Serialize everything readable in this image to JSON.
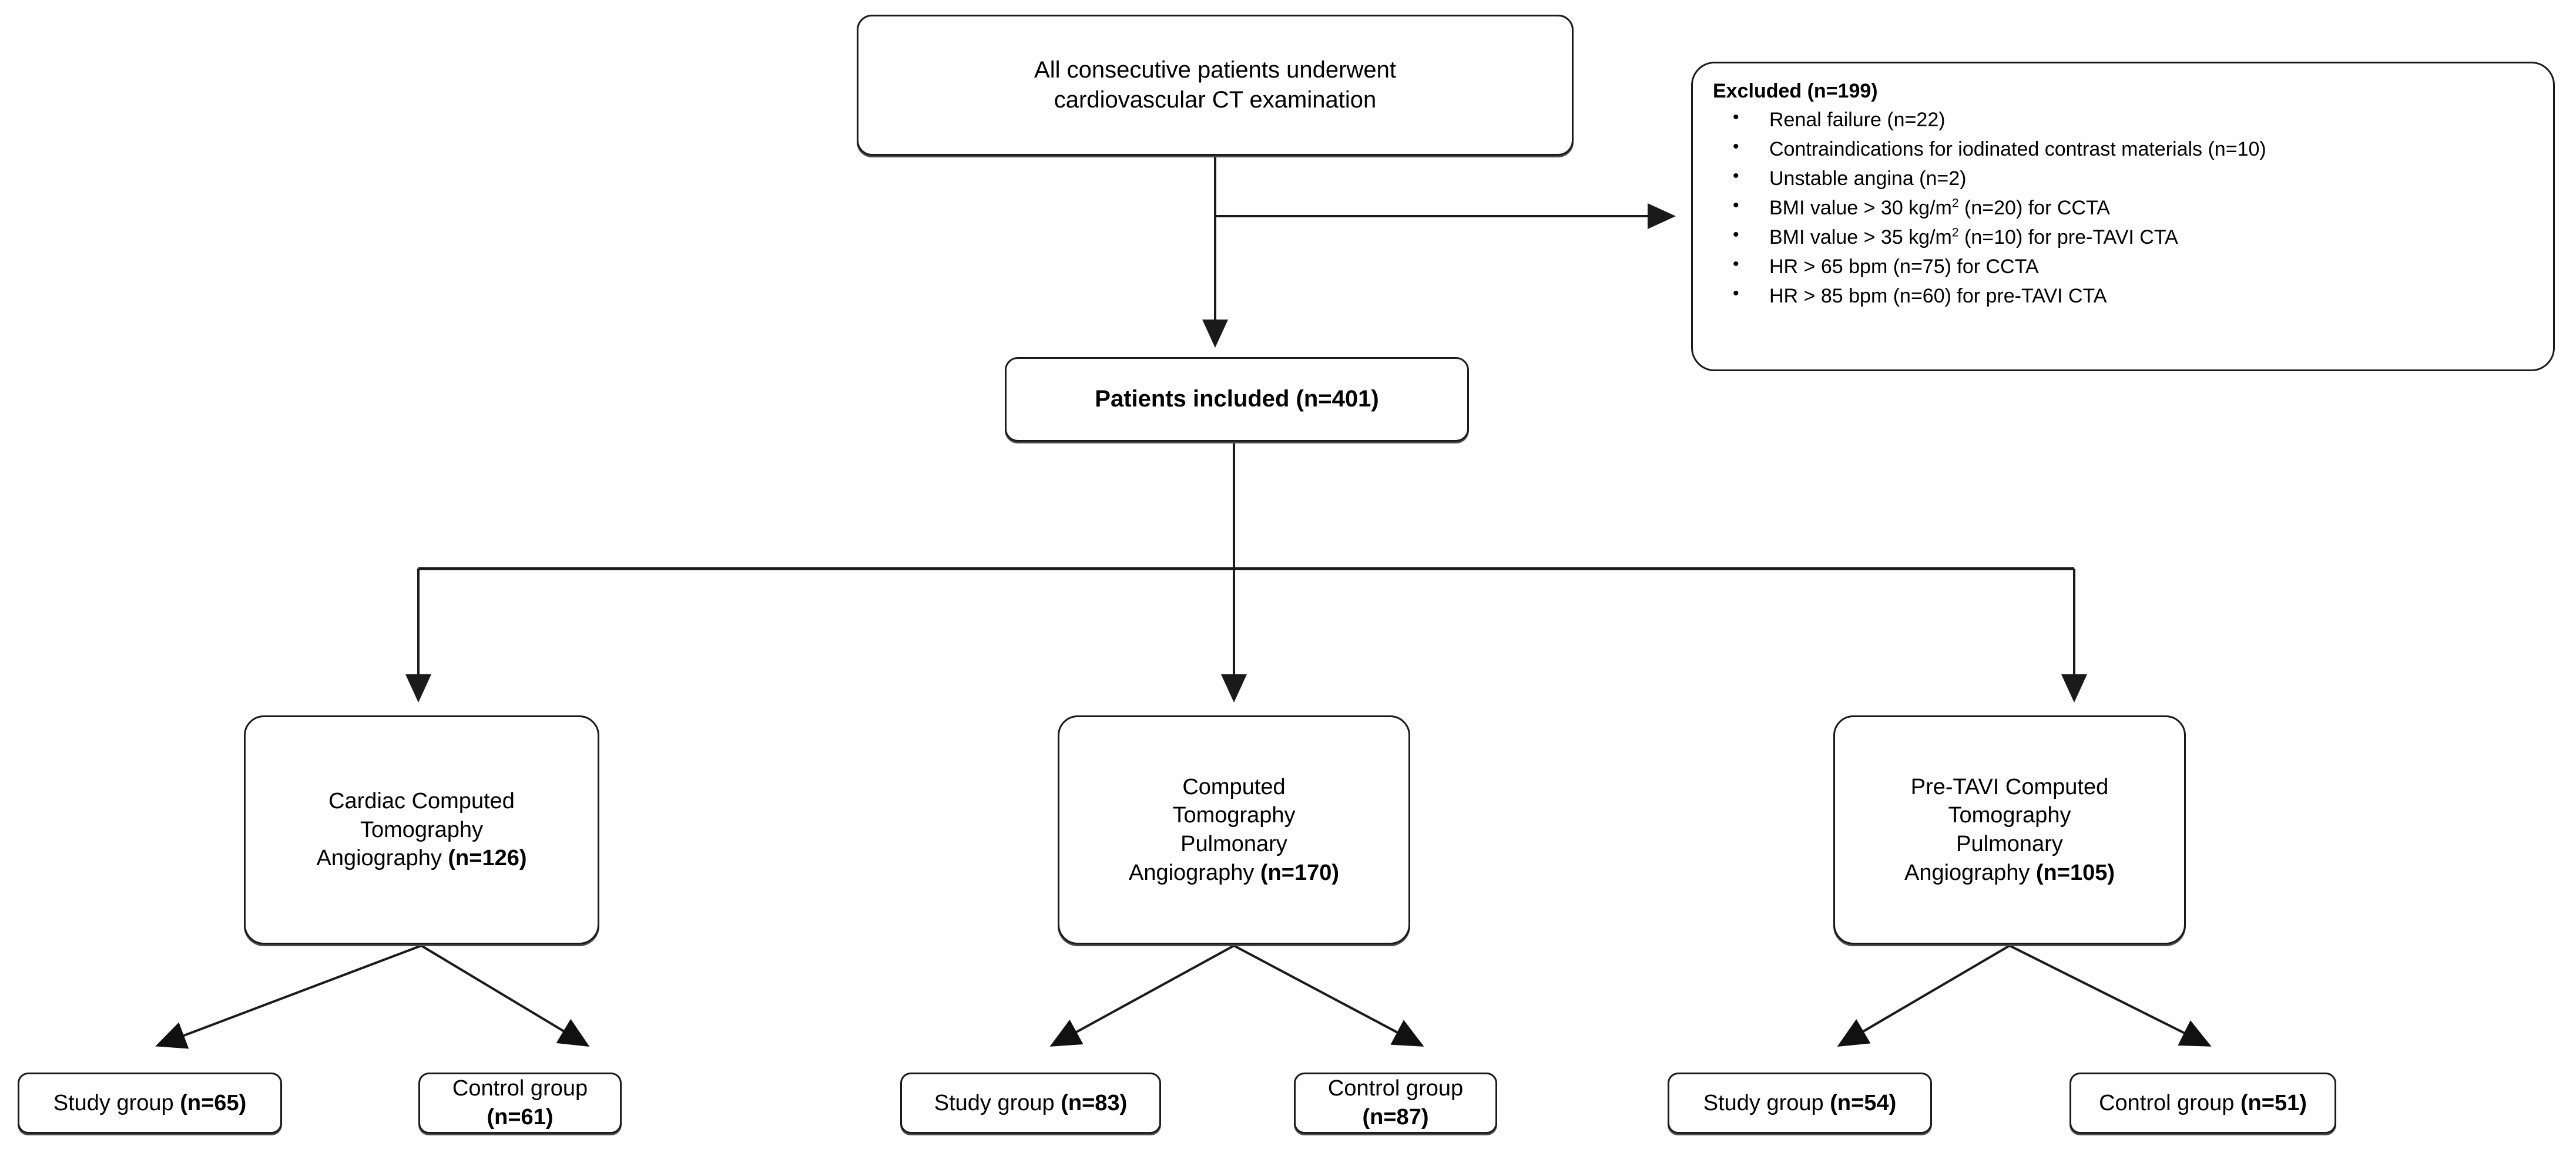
{
  "diagram": {
    "type": "study-flow-diagram",
    "title": "Patient enrollment flowchart",
    "accent_color": "#1a1a1a",
    "background_color": "#ffffff"
  },
  "top": {
    "line1": "All consecutive patients underwent",
    "line2": "cardiovascular CT examination"
  },
  "excluded": {
    "title": "Excluded (n=199)",
    "bullet_glyph": "•",
    "items": [
      {
        "text": "Renal failure (n=22)"
      },
      {
        "text": "Contraindications for iodinated contrast materials (n=10)"
      },
      {
        "text": "Unstable angina (n=2)"
      },
      {
        "pre": "BMI value > 30 kg/m",
        "sup": "2",
        "post": "  (n=20) for CCTA"
      },
      {
        "pre": "BMI value > 35 kg/m",
        "sup": "2",
        "post": " (n=10)  for pre-TAVI CTA"
      },
      {
        "text": "HR > 65 bpm (n=75) for CCTA"
      },
      {
        "text": "HR > 85 bpm (n=60) for pre-TAVI CTA"
      }
    ]
  },
  "included": {
    "label": "Patients included (n=401)"
  },
  "modalities": [
    {
      "id": "cardiac-cta",
      "lines": [
        "Cardiac Computed",
        "Tomography"
      ],
      "last_lead": "Angiography ",
      "last_bold": "(n=126)",
      "n": 126
    },
    {
      "id": "ctpa",
      "lines": [
        "Computed",
        "Tomography",
        "Pulmonary"
      ],
      "last_lead": "Angiography ",
      "last_bold": "(n=170)",
      "n": 170
    },
    {
      "id": "pre-tavi-ctpa",
      "lines": [
        "Pre-TAVI Computed",
        "Tomography",
        "Pulmonary"
      ],
      "last_lead": "Angiography ",
      "last_bold": "(n=105)",
      "n": 105
    }
  ],
  "leaves": [
    {
      "id": "study-65",
      "lead": "Study group ",
      "bold": "(n=65)",
      "n": 65
    },
    {
      "id": "control-61",
      "lead": "Control group ",
      "bold": "(n=61)",
      "n": 61
    },
    {
      "id": "study-83",
      "lead": "Study group ",
      "bold": "(n=83)",
      "n": 83
    },
    {
      "id": "control-87",
      "lead": "Control group ",
      "bold": "(n=87)",
      "n": 87
    },
    {
      "id": "study-54",
      "lead": "Study group ",
      "bold": "(n=54)",
      "n": 54
    },
    {
      "id": "control-51",
      "lead": "Control group ",
      "bold": "(n=51)",
      "n": 51
    }
  ]
}
